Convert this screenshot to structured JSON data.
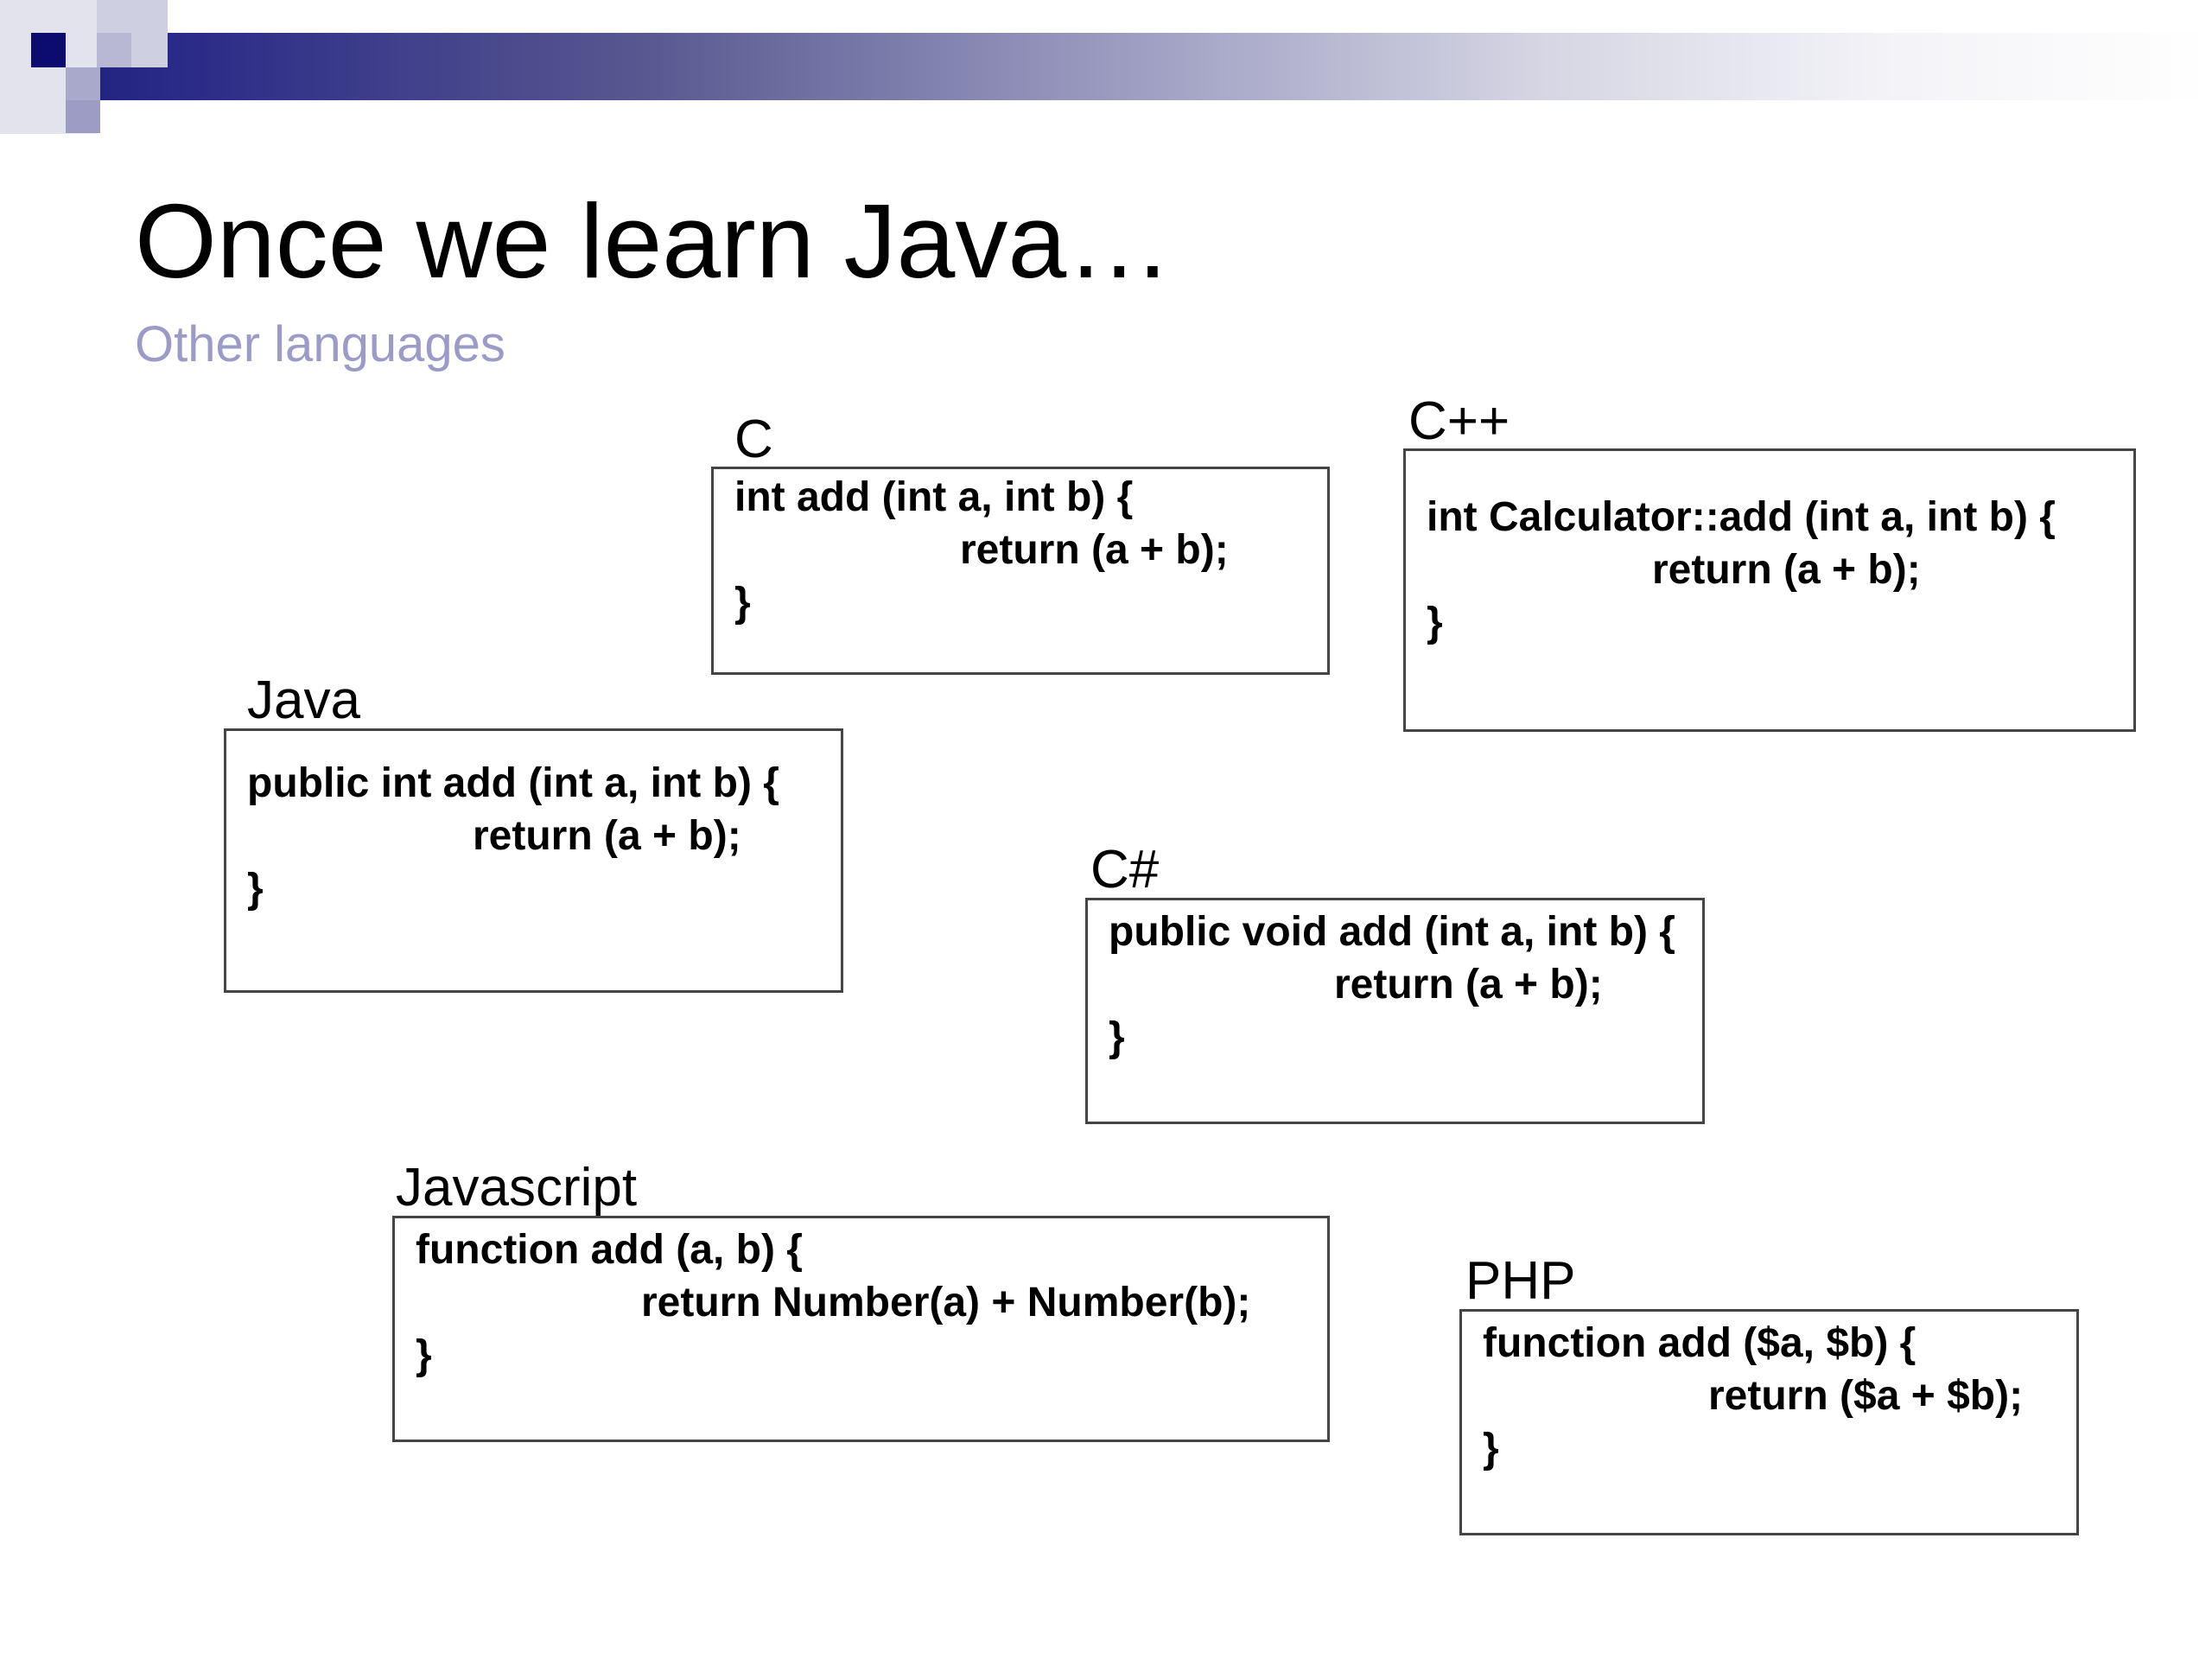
{
  "slide": {
    "title": "Once we learn Java…",
    "subtitle": "Other languages",
    "subtitle_color": "#9b9bc8",
    "header_colors": [
      "#1a1a7a",
      "#9a9ac0",
      "#ffffff"
    ]
  },
  "snippets": {
    "c": {
      "label": "C",
      "line1": "int add (int a, int b) {",
      "line2": "return (a + b);",
      "line3": "}"
    },
    "cpp": {
      "label": "C++",
      "line1": "int Calculator::add (int a, int b) {",
      "line2": "return (a + b);",
      "line3": "}"
    },
    "java": {
      "label": "Java",
      "line1": "public int add (int a, int b) {",
      "line2": "return (a + b);",
      "line3": "}"
    },
    "csharp": {
      "label": "C#",
      "line1": "public void add (int a, int b) {",
      "line2": "return (a + b);",
      "line3": "}"
    },
    "javascript": {
      "label": "Javascript",
      "line1": "function add (a, b) {",
      "line2": "return Number(a) + Number(b);",
      "line3": "}"
    },
    "php": {
      "label": "PHP",
      "line1": "function add ($a, $b) {",
      "line2": "return ($a + $b);",
      "line3": "}"
    }
  }
}
